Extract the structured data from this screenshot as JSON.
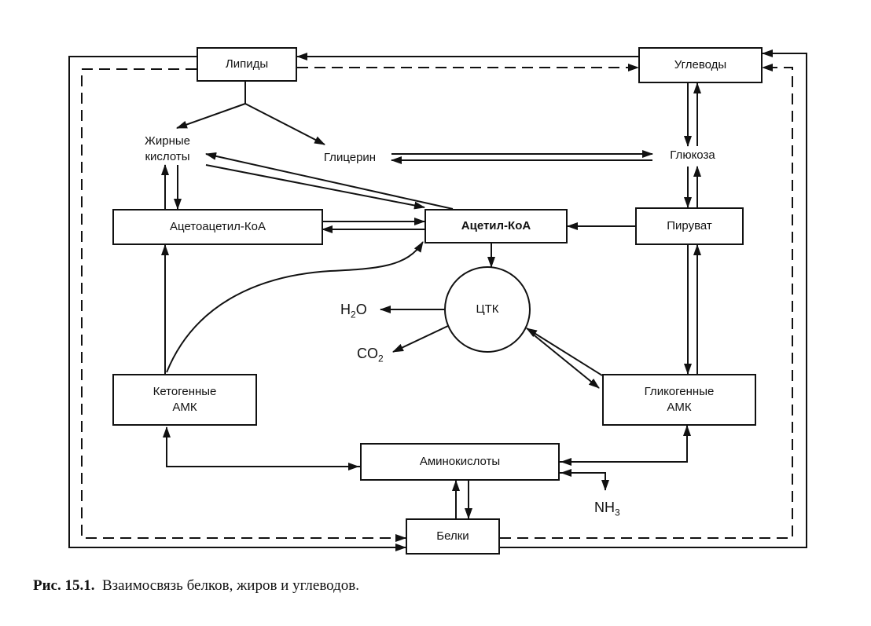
{
  "nodes": {
    "lipids": "Липиды",
    "carbs": "Углеводы",
    "fatty_acids": "Жирные\nкислоты",
    "glycerol": "Глицерин",
    "glucose": "Глюкоза",
    "acetoacetyl": "Ацетоацетил-КоА",
    "acetyl": "Ацетил-КоА",
    "pyruvate": "Пируват",
    "tca": "ЦТК",
    "ketogenic": "Кетогенные\nАМК",
    "glucogenic": "Гликогенные\nАМК",
    "amino_acids": "Аминокислоты",
    "proteins": "Белки"
  },
  "products": {
    "water": {
      "main": "H",
      "sub": "2",
      "tail": "O"
    },
    "co2": {
      "main": "CO",
      "sub": "2"
    },
    "ammonia": {
      "main": "NH",
      "sub": "3"
    }
  },
  "caption": {
    "number": "Рис. 15.1.",
    "text": "Взаимосвязь белков, жиров и углеводов."
  }
}
